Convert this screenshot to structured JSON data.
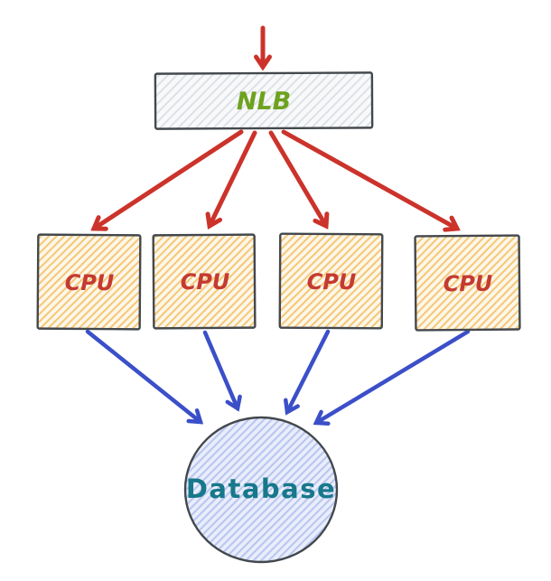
{
  "diagram": {
    "type": "architecture-sketch",
    "nodes": {
      "nlb": {
        "label": "NLB",
        "shape": "rectangle"
      },
      "cpu": {
        "label": "CPU",
        "shape": "square",
        "count": 4
      },
      "database": {
        "label": "Database",
        "shape": "circle"
      }
    },
    "edges": [
      {
        "from": "external-traffic",
        "to": "nlb",
        "color": "red"
      },
      {
        "from": "nlb",
        "to": "cpu-1",
        "color": "red"
      },
      {
        "from": "nlb",
        "to": "cpu-2",
        "color": "red"
      },
      {
        "from": "nlb",
        "to": "cpu-3",
        "color": "red"
      },
      {
        "from": "nlb",
        "to": "cpu-4",
        "color": "red"
      },
      {
        "from": "cpu-1",
        "to": "database",
        "color": "blue"
      },
      {
        "from": "cpu-2",
        "to": "database",
        "color": "blue"
      },
      {
        "from": "cpu-3",
        "to": "database",
        "color": "blue"
      },
      {
        "from": "cpu-4",
        "to": "database",
        "color": "blue"
      }
    ],
    "colors": {
      "background": "#ffffff",
      "red_arrow": "#cb332b",
      "blue_arrow": "#3b4fc8",
      "border": "#43484d",
      "nlb_text": "#6da21e",
      "nlb_bg": "#f8f9fa",
      "nlb_hatch": "#dcdfe3",
      "cpu_text": "#c43a31",
      "cpu_bg": "#fdf7ea",
      "cpu_hatch": "#f5c878",
      "db_text": "#17788a",
      "db_bg": "#eaeefb",
      "db_hatch": "#b9c7f1"
    }
  }
}
